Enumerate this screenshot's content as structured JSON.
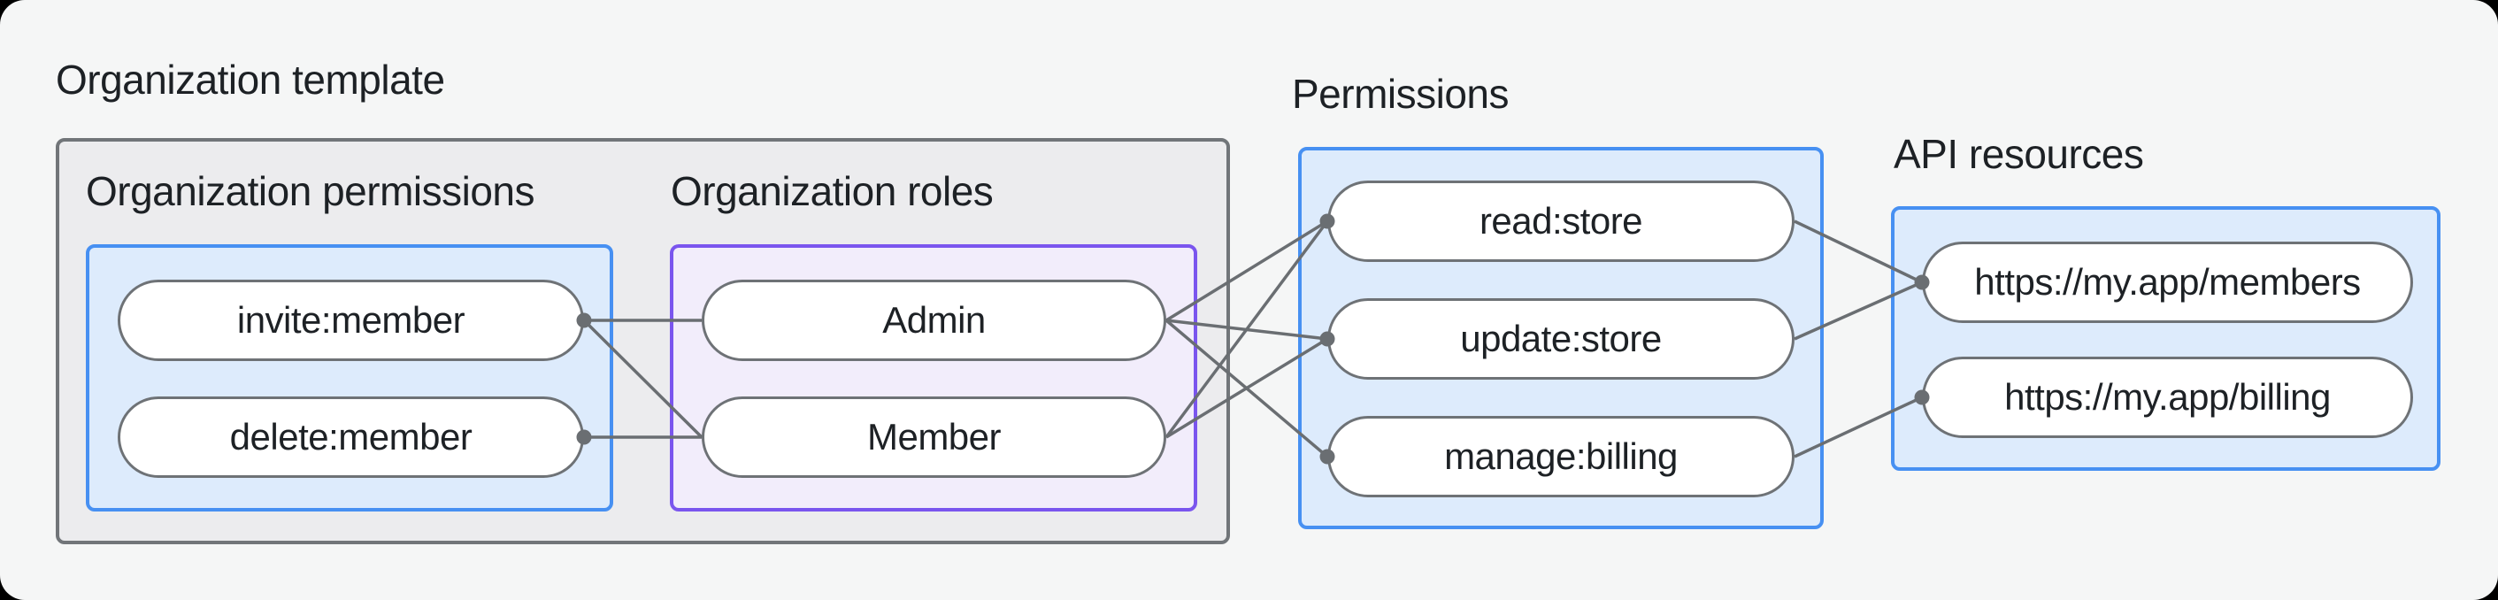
{
  "diagram": {
    "organization_template": {
      "title": "Organization template",
      "organization_permissions": {
        "label": "Organization permissions",
        "nodes": [
          {
            "id": "invite",
            "label": "invite:member"
          },
          {
            "id": "delete",
            "label": "delete:member"
          }
        ]
      },
      "organization_roles": {
        "label": "Organization roles",
        "nodes": [
          {
            "id": "admin",
            "label": "Admin"
          },
          {
            "id": "member",
            "label": "Member"
          }
        ]
      }
    },
    "permissions": {
      "label": "Permissions",
      "nodes": [
        {
          "id": "read",
          "label": "read:store"
        },
        {
          "id": "update",
          "label": "update:store"
        },
        {
          "id": "manage",
          "label": "manage:billing"
        }
      ]
    },
    "api_resources": {
      "label": "API resources",
      "nodes": [
        {
          "id": "members",
          "label": "https://my.app/members"
        },
        {
          "id": "billing",
          "label": "https://my.app/billing"
        }
      ]
    }
  },
  "edges": [
    {
      "from": "invite",
      "to": "admin"
    },
    {
      "from": "invite",
      "to": "member"
    },
    {
      "from": "delete",
      "to": "member"
    },
    {
      "from": "admin",
      "to": "read"
    },
    {
      "from": "admin",
      "to": "update"
    },
    {
      "from": "admin",
      "to": "manage"
    },
    {
      "from": "member",
      "to": "read"
    },
    {
      "from": "member",
      "to": "update"
    },
    {
      "from": "read",
      "to": "members"
    },
    {
      "from": "update",
      "to": "members"
    },
    {
      "from": "manage",
      "to": "billing"
    }
  ],
  "dots": [
    {
      "node": "invite",
      "side": "right"
    },
    {
      "node": "delete",
      "side": "right"
    },
    {
      "node": "read",
      "side": "left"
    },
    {
      "node": "update",
      "side": "left"
    },
    {
      "node": "manage",
      "side": "left"
    },
    {
      "node": "members",
      "side": "left"
    },
    {
      "node": "billing",
      "side": "left"
    }
  ],
  "colors": {
    "card_background": "#f5f6f6",
    "gray_container_fill": "#ececee",
    "gray_container_border": "#717579",
    "blue_group_fill": "#ddebfc",
    "blue_group_border": "#4790f2",
    "purple_group_fill": "#f2edfb",
    "purple_group_border": "#7a55ee",
    "node_fill": "#ffffff",
    "node_border": "#6e7276",
    "connector": "#6a6e72",
    "text": "#1d2125"
  }
}
